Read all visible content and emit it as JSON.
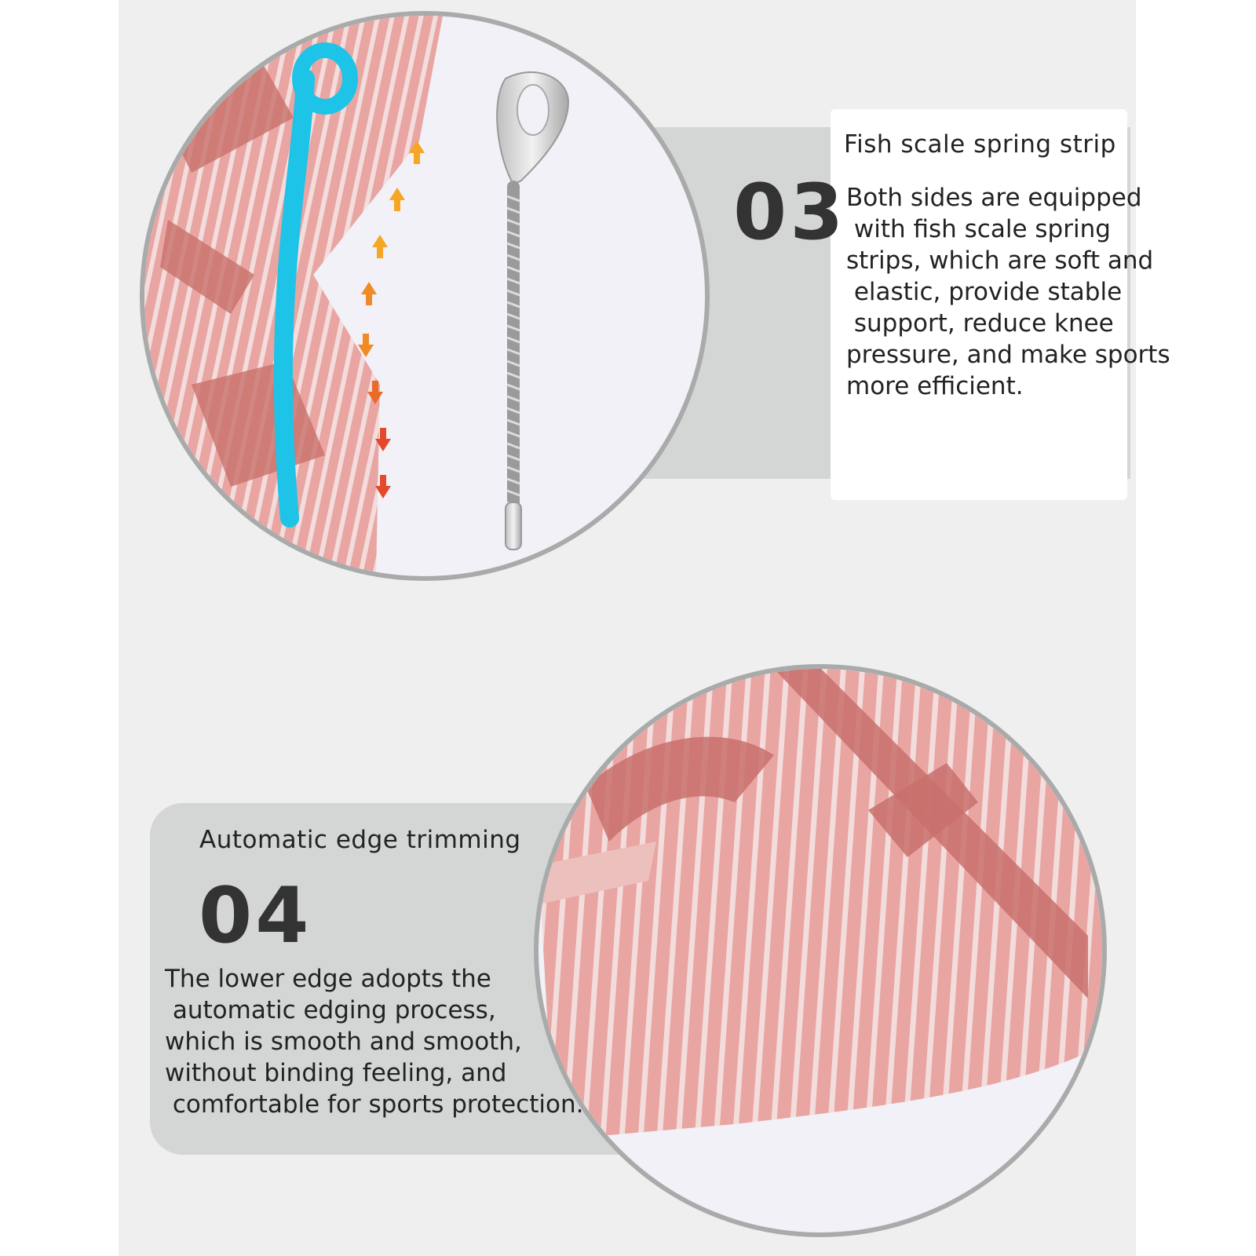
{
  "features": [
    {
      "number": "03",
      "title": "Fish scale spring strip",
      "description_lines": [
        "Both sides are equipped",
        " with fish scale spring",
        "strips, which are soft and",
        " elastic, provide stable",
        " support, reduce knee",
        "pressure, and make sports",
        "more efficient."
      ]
    },
    {
      "number": "04",
      "title": "Automatic edge trimming",
      "description_lines": [
        "The lower edge adopts the",
        " automatic edging process,",
        "which is smooth and smooth,",
        "without binding feeling, and",
        " comfortable for sports protection."
      ]
    }
  ],
  "colors": {
    "page_bg": "#efefef",
    "band": "#d3d6d4",
    "fabric_light": "#e8a5a2",
    "fabric_dark": "#c8706c",
    "support_strip": "#1ec3e8",
    "arrow_up": "#f5a623",
    "arrow_down": "#e5482a"
  }
}
